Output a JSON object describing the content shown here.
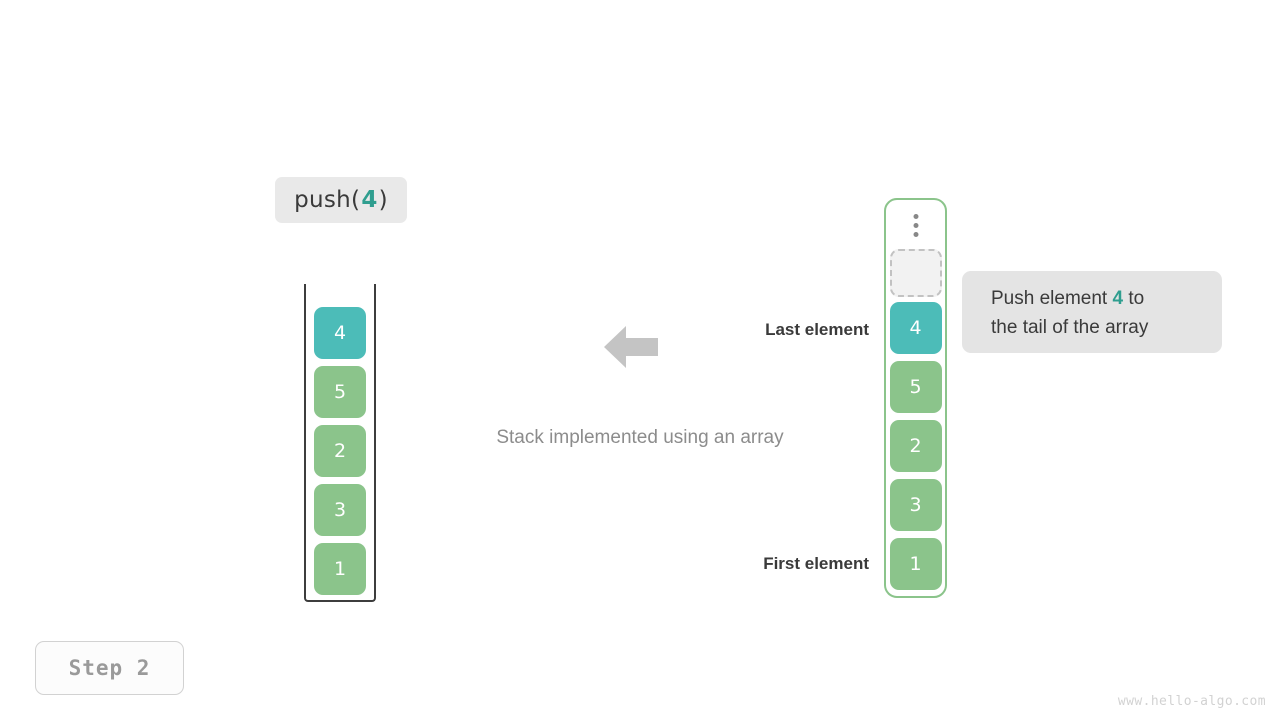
{
  "operation": {
    "prefix": "push(",
    "arg": "4",
    "suffix": ")"
  },
  "left_stack": {
    "caption": "Stack implemented using an array",
    "cells_bottom_to_top": [
      {
        "value": "1",
        "color": "green"
      },
      {
        "value": "3",
        "color": "green"
      },
      {
        "value": "2",
        "color": "green"
      },
      {
        "value": "5",
        "color": "green"
      },
      {
        "value": "4",
        "color": "teal"
      }
    ]
  },
  "annotations": {
    "last_element": "Last element",
    "first_element": "First element",
    "arrow": "arrow-left-icon"
  },
  "right_array": {
    "overflow_icon": "vertical-dots-icon",
    "empty_slot_label": "",
    "cells_bottom_to_top": [
      {
        "value": "1",
        "color": "green"
      },
      {
        "value": "3",
        "color": "green"
      },
      {
        "value": "2",
        "color": "green"
      },
      {
        "value": "5",
        "color": "green"
      },
      {
        "value": "4",
        "color": "teal"
      }
    ]
  },
  "tooltip": {
    "line1_before": "Push element ",
    "highlight": "4",
    "line1_after": " to",
    "line2": "the tail of the array"
  },
  "step_badge": "Step 2",
  "watermark": "www.hello-algo.com",
  "colors": {
    "teal": "#4cbcb8",
    "green": "#8bc48b",
    "highlight_text": "#2f9e8f",
    "chip_bg": "#e9e9e9",
    "tooltip_bg": "#e4e4e4",
    "arrow": "#c4c4c4",
    "caption_text": "#8c8c8c",
    "stack_wall": "#3d3d3d"
  }
}
